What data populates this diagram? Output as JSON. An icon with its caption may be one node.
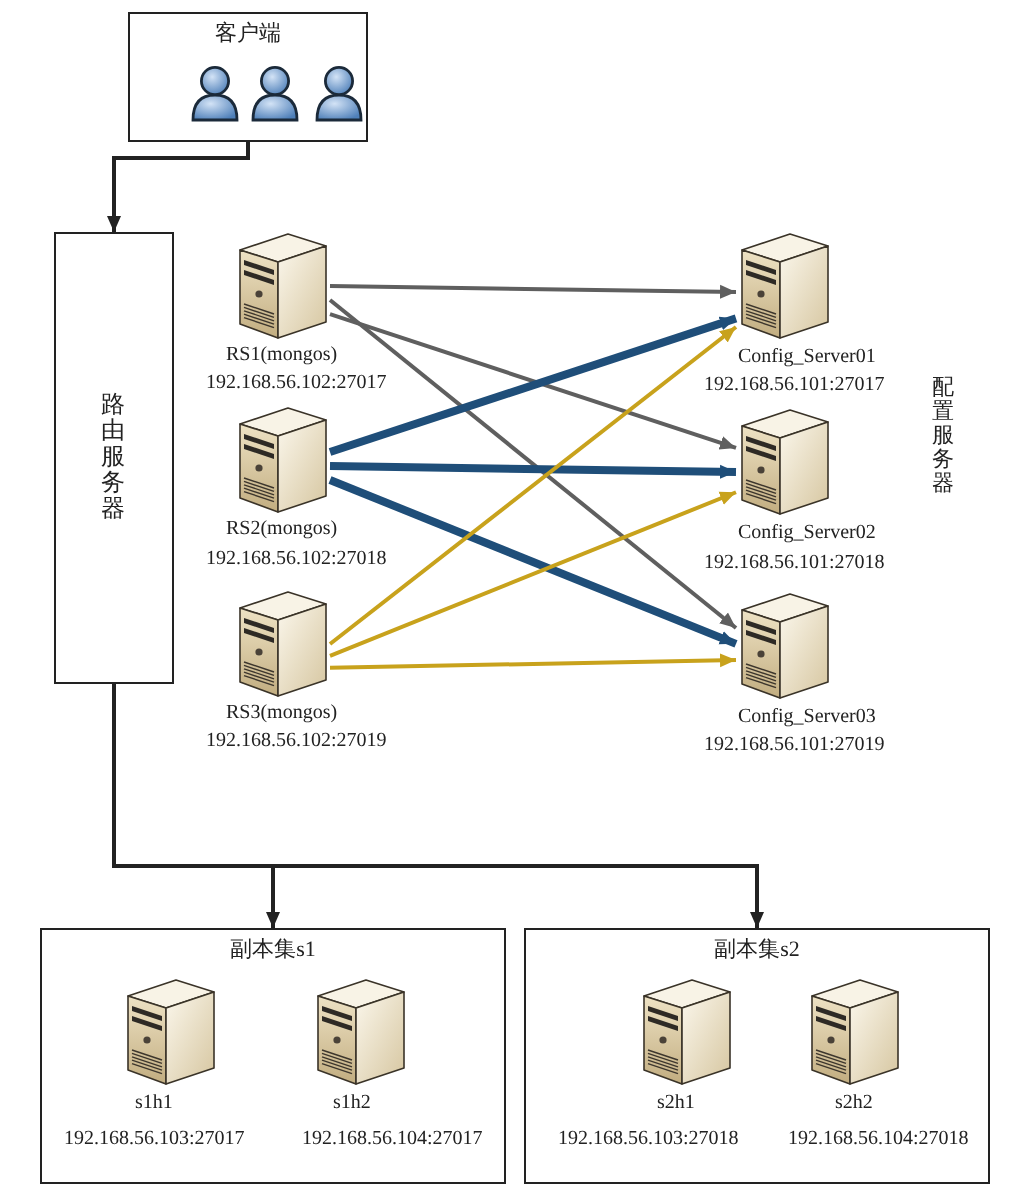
{
  "diagram": {
    "nodes": [
      {
        "text": [
          "客户端"
        ]
      },
      {
        "text": [],
        "shape": "person",
        "in": 0
      },
      {
        "text": [],
        "shape": "person",
        "in": 0
      },
      {
        "text": [],
        "shape": "person",
        "in": 0
      },
      {
        "text": [
          "路由服务器"
        ]
      },
      {
        "text": [],
        "shape": "server",
        "beside": [
          "RS1(mongos)",
          "192.168.56.102:27017"
        ]
      },
      {
        "text": [],
        "shape": "server",
        "beside": [
          "RS2(mongos)",
          "192.168.56.102:27018"
        ]
      },
      {
        "text": [],
        "shape": "server",
        "beside": [
          "RS3(mongos)",
          "192.168.56.102:27019"
        ]
      },
      {
        "text": [],
        "shape": "server",
        "beside": [
          "Config_Server01",
          "192.168.56.101:27017"
        ]
      },
      {
        "text": [],
        "shape": "server",
        "beside": [
          "Config_Server02",
          "192.168.56.101:27018"
        ]
      },
      {
        "text": [],
        "shape": "server",
        "beside": [
          "Config_Server03",
          "192.168.56.101:27019"
        ]
      },
      {
        "text": [
          "副本集s1"
        ]
      },
      {
        "text": [],
        "shape": "server",
        "in": 11,
        "beside": [
          "s1h1",
          "192.168.56.103:27017"
        ]
      },
      {
        "text": [],
        "shape": "server",
        "in": 11,
        "beside": [
          "s1h2",
          "192.168.56.104:27017"
        ]
      },
      {
        "text": [
          "副本集s2"
        ]
      },
      {
        "text": [],
        "shape": "server",
        "in": 14,
        "beside": [
          "s2h1",
          "192.168.56.103:27018"
        ]
      },
      {
        "text": [],
        "shape": "server",
        "in": 14,
        "beside": [
          "s2h2",
          "192.168.56.104:27018"
        ]
      }
    ],
    "edges": [
      {
        "from": 0,
        "to": 4,
        "arrow": "to"
      },
      {
        "from": 5,
        "to": 8,
        "arrow": "to",
        "color": "#5f5f5f"
      },
      {
        "from": 5,
        "to": 9,
        "arrow": "to",
        "color": "#5f5f5f"
      },
      {
        "from": 5,
        "to": 10,
        "arrow": "to",
        "color": "#5f5f5f"
      },
      {
        "from": 6,
        "to": 8,
        "arrow": "to",
        "style": "thick",
        "color": "#1f4e79"
      },
      {
        "from": 6,
        "to": 9,
        "arrow": "to",
        "style": "thick",
        "color": "#1f4e79"
      },
      {
        "from": 6,
        "to": 10,
        "arrow": "to",
        "style": "thick",
        "color": "#1f4e79"
      },
      {
        "from": 7,
        "to": 8,
        "arrow": "to",
        "color": "#c8a21c"
      },
      {
        "from": 7,
        "to": 9,
        "arrow": "to",
        "color": "#c8a21c"
      },
      {
        "from": 7,
        "to": 10,
        "arrow": "to",
        "color": "#c8a21c"
      },
      {
        "from": 4,
        "to": 11,
        "arrow": "to"
      },
      {
        "from": 4,
        "to": 14,
        "arrow": "to"
      }
    ],
    "labels": [
      "配置服务器"
    ]
  }
}
